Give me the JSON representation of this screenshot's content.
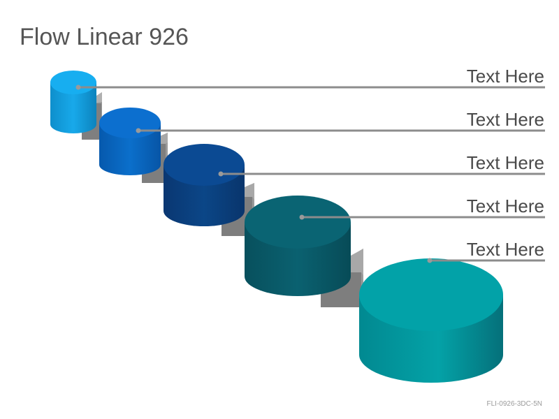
{
  "title": "Flow Linear 926",
  "footer_code": "FLI-0926-3DC-5N",
  "steps": [
    {
      "label": "Text Here",
      "color": "#16aaeb"
    },
    {
      "label": "Text Here",
      "color": "#0a6fcb"
    },
    {
      "label": "Text Here",
      "color": "#0b4a8f"
    },
    {
      "label": "Text Here",
      "color": "#0a6170"
    },
    {
      "label": "Text Here",
      "color": "#02a0a6"
    }
  ],
  "connector_color": "#8a8a8a",
  "leader_line_color": "#8c8c8c"
}
